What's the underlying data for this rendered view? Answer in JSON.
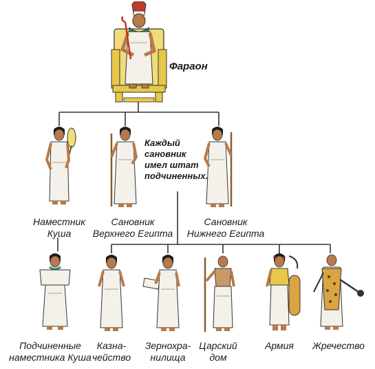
{
  "colors": {
    "line": "#333333",
    "robe": "#f4f1ea",
    "robe_shade": "#cfcab8",
    "skin": "#b87a4a",
    "hair": "#1c1c1c",
    "gold": "#e8c84a",
    "throne": "#f0dc7a",
    "red": "#c0392b",
    "green": "#2e8b6a",
    "leopard": "#d9a441"
  },
  "labels": {
    "pharaoh": "Фараон",
    "note": "Каждый\nсановник\nимел штат\nподчиненных.",
    "viceroy": "Наместник\nКуша",
    "upper": "Сановник\nВерхнего Египта",
    "lower": "Сановник\nНижнего Египта",
    "subordinates": "Подчиненные\nнаместника Куша",
    "treasury": "Казна-\nчейство",
    "granaries": "Зернохра-\nнилища",
    "royal_house": "Царский\nдом",
    "army": "Армия",
    "priesthood": "Жречество"
  },
  "figures": {
    "pharaoh": "pharaoh-on-throne",
    "viceroy": "official-with-fan",
    "upper": "official-with-staff",
    "lower": "official-with-staff",
    "subordinates": "official",
    "treasury": "official",
    "granaries": "scribe-with-scroll",
    "royal_house": "official-with-staff",
    "army": "soldier-with-shield",
    "priesthood": "priest-in-leopard-skin"
  }
}
